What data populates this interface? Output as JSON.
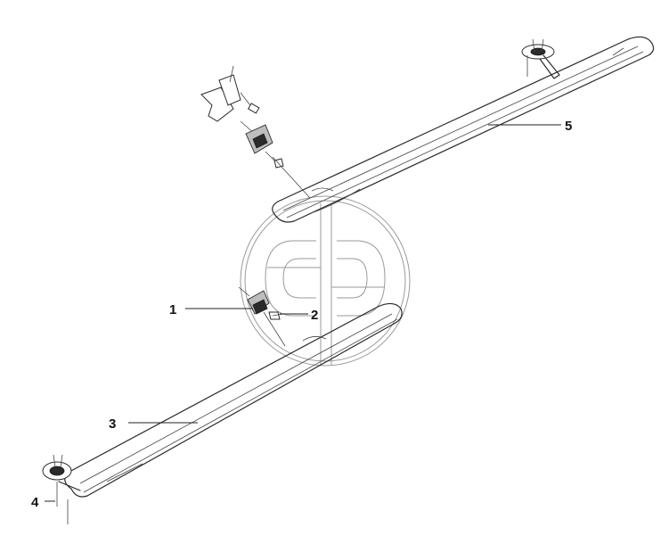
{
  "callouts": [
    {
      "id": "1",
      "label": "1"
    },
    {
      "id": "2",
      "label": "2"
    },
    {
      "id": "3",
      "label": "3"
    },
    {
      "id": "4",
      "label": "4"
    },
    {
      "id": "5",
      "label": "5"
    }
  ],
  "colors": {
    "line": "#2a2a2a",
    "watermark": "#9a9a9a",
    "background": "#ffffff"
  }
}
